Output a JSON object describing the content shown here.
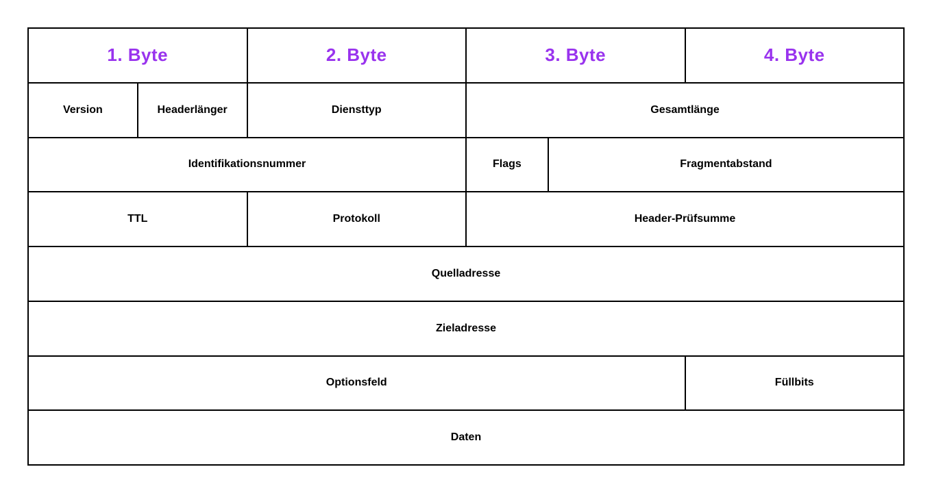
{
  "colors": {
    "byte_header_text": "#9933EE",
    "field_text": "#000000",
    "border": "#000000",
    "background": "#FFFFFF"
  },
  "diagram": {
    "byte_headers": [
      {
        "label": "1. Byte",
        "bits": 8
      },
      {
        "label": "2. Byte",
        "bits": 8
      },
      {
        "label": "3. Byte",
        "bits": 8
      },
      {
        "label": "4. Byte",
        "bits": 8
      }
    ],
    "rows": [
      {
        "cells": [
          {
            "label": "Version",
            "bits": 4
          },
          {
            "label": "Headerlänger",
            "bits": 4
          },
          {
            "label": "Diensttyp",
            "bits": 8
          },
          {
            "label": "Gesamtlänge",
            "bits": 16
          }
        ]
      },
      {
        "cells": [
          {
            "label": "Identifikationsnummer",
            "bits": 16
          },
          {
            "label": "Flags",
            "bits": 3
          },
          {
            "label": "Fragmentabstand",
            "bits": 13
          }
        ]
      },
      {
        "cells": [
          {
            "label": "TTL",
            "bits": 8
          },
          {
            "label": "Protokoll",
            "bits": 8
          },
          {
            "label": "Header-Prüfsumme",
            "bits": 16
          }
        ]
      },
      {
        "cells": [
          {
            "label": "Quelladresse",
            "bits": 32
          }
        ]
      },
      {
        "cells": [
          {
            "label": "Zieladresse",
            "bits": 32
          }
        ]
      },
      {
        "cells": [
          {
            "label": "Optionsfeld",
            "bits": 24
          },
          {
            "label": "Füllbits",
            "bits": 8
          }
        ]
      },
      {
        "cells": [
          {
            "label": "Daten",
            "bits": 32
          }
        ]
      }
    ]
  }
}
